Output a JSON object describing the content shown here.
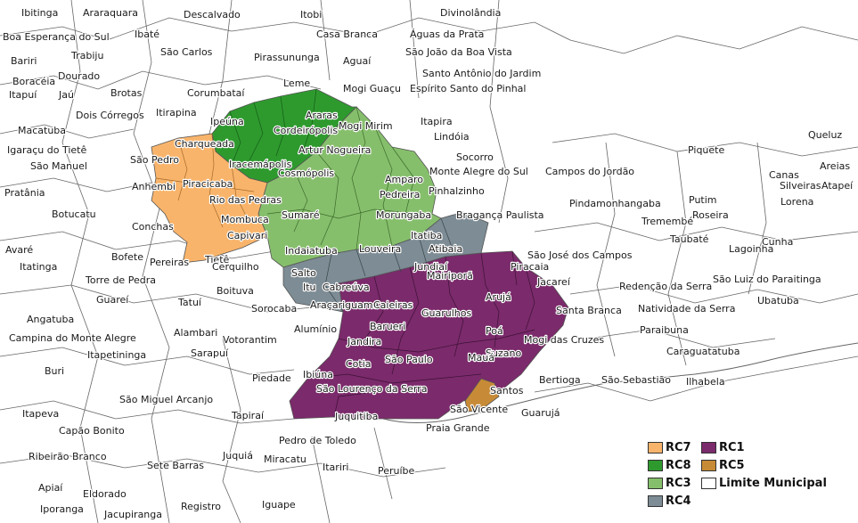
{
  "colors": {
    "RC1": "#7b2a6b",
    "RC3": "#86bf6c",
    "RC4": "#7d8c95",
    "RC5": "#c78a36",
    "RC7": "#f9b46b",
    "RC8": "#2e9a2e",
    "limite": "#ffffff",
    "border": "#555555"
  },
  "legend": [
    {
      "code": "RC7",
      "label": "RC7"
    },
    {
      "code": "RC8",
      "label": "RC8"
    },
    {
      "code": "RC3",
      "label": "RC3"
    },
    {
      "code": "RC4",
      "label": "RC4"
    },
    {
      "code": "RC1",
      "label": "RC1"
    },
    {
      "code": "RC5",
      "label": "RC5"
    },
    {
      "code": "limite",
      "label": "Limite Municipal"
    }
  ],
  "places": [
    "Ibitinga",
    "Araraquara",
    "Descalvado",
    "Itobi",
    "Divinolândia",
    "Boa Esperança do Sul",
    "Ibaté",
    "Casa Branca",
    "Águas da Prata",
    "Bariri",
    "Trabiju",
    "São Carlos",
    "Pirassununga",
    "Aguaí",
    "São João da Boa Vista",
    "Boracéia",
    "Dourado",
    "Santo Antônio do Jardim",
    "Itapuí",
    "Jaú",
    "Brotas",
    "Corumbataí",
    "Leme",
    "Mogi Guaçu",
    "Espírito Santo do Pinhal",
    "Dois Córregos",
    "Itirapina",
    "Araras",
    "Itapira",
    "Macatuba",
    "Ipeúna",
    "Cordeirópolis",
    "Mogi Mirim",
    "Lindóia",
    "Queluz",
    "Igaraçu do Tietê",
    "Charqueada",
    "Artur Nogueira",
    "Socorro",
    "Piquete",
    "São Manuel",
    "São Pedro",
    "Iracemápolis",
    "Monte Alegre do Sul",
    "Campos do Jordão",
    "Areias",
    "Cosmópolis",
    "Amparo",
    "Canas",
    "Silveiras",
    "Atapeí",
    "Pratânia",
    "Anhembi",
    "Piracicaba",
    "Pinhalzinho",
    "Lorena",
    "Pedreira",
    "Pindamonhangaba",
    "Putim",
    "Rio das Pedras",
    "Botucatu",
    "Sumaré",
    "Morungaba",
    "Bragança Paulista",
    "Roseira",
    "Mombuca",
    "Tremembé",
    "Conchas",
    "Capivari",
    "Itatiba",
    "Taubaté",
    "Lagoinha",
    "Cunha",
    "Avaré",
    "Bofete",
    "Pereiras",
    "Tietê",
    "Indaiatuba",
    "Louveira",
    "Atibaia",
    "Piracaia",
    "Itatinga",
    "Cerquilho",
    "Jundiaí",
    "São José dos Campos",
    "Torre de Pedra",
    "Salto",
    "São Luiz do Paraitinga",
    "Boituva",
    "Itu",
    "Cabreúva",
    "Mairiporã",
    "Jacareí",
    "Redenção da Serra",
    "Guareí",
    "Tatuí",
    "Araçariguama",
    "Caieiras",
    "Arujá",
    "Ubatuba",
    "Angatuba",
    "Sorocaba",
    "Guarulhos",
    "Santa Branca",
    "Natividade da Serra",
    "Barueri",
    "Poá",
    "Campina do Monte Alegre",
    "Alambari",
    "Votorantim",
    "Alumínio",
    "Jandira",
    "Mogi das Cruzes",
    "Paraibuna",
    "Itapetininga",
    "Sarapuí",
    "Suzano",
    "Caraguatatuba",
    "Buri",
    "Cotia",
    "São Paulo",
    "Mauá",
    "Piedade",
    "Ibiúna",
    "Santos",
    "Bertioga",
    "São Sebastião",
    "Ilhabela",
    "São Lourenço da Serra",
    "São Miguel Arcanjo",
    "Itapeva",
    "Tapiraí",
    "Juquitiba",
    "São Vicente",
    "Guarujá",
    "Capão Bonito",
    "Praia Grande",
    "Pedro de Toledo",
    "Ribeirão Branco",
    "Sete Barras",
    "Juquiá",
    "Miracatu",
    "Itariri",
    "Peruíbe",
    "Apiaí",
    "Eldorado",
    "Iporanga",
    "Jacupiranga",
    "Registro",
    "Iguape"
  ]
}
